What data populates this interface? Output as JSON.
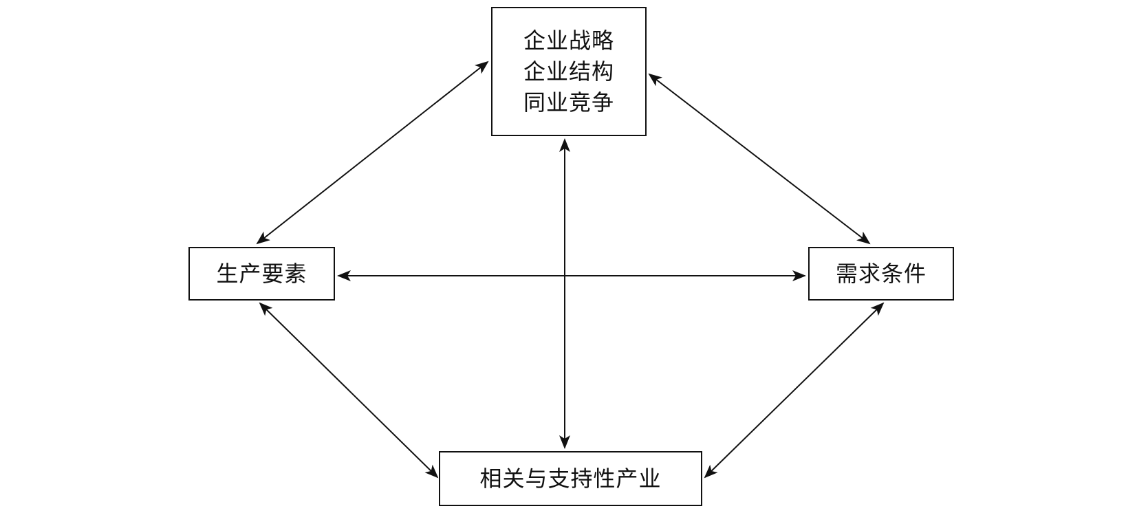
{
  "nodes": {
    "top": {
      "lines": [
        "企业战略",
        "企业结构",
        "同业竞争"
      ]
    },
    "left": {
      "label": "生产要素"
    },
    "right": {
      "label": "需求条件"
    },
    "bottom": {
      "label": "相关与支持性产业"
    }
  },
  "colors": {
    "stroke": "#111111",
    "background": "#ffffff"
  }
}
